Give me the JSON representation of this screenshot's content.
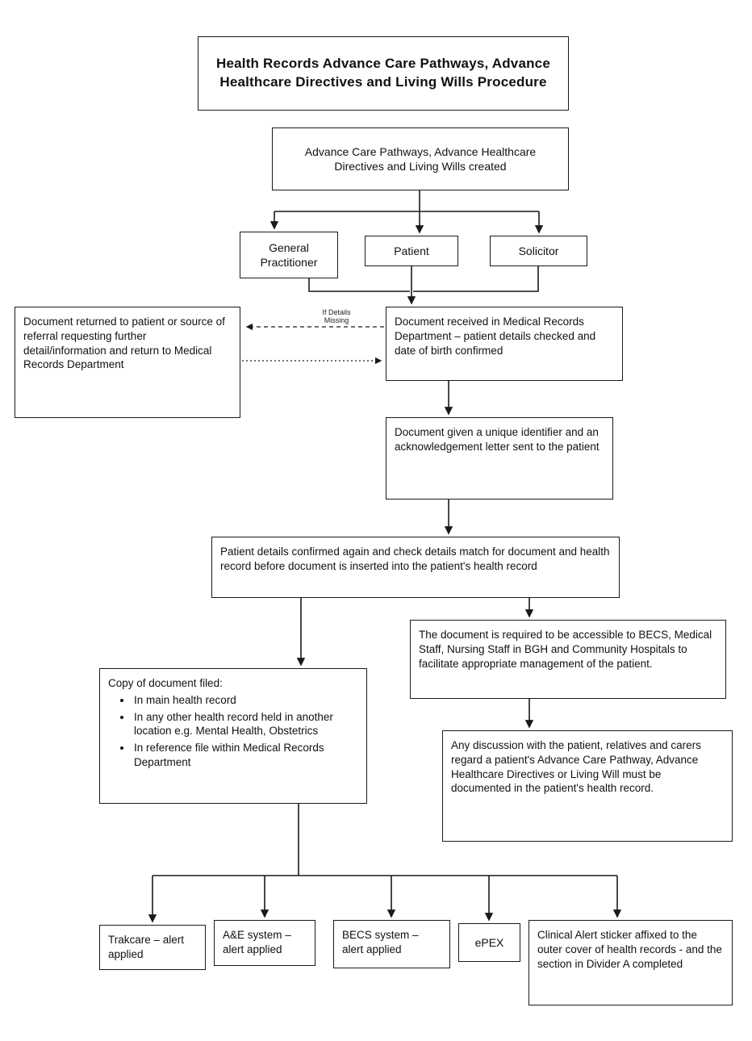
{
  "page": {
    "title": "Health Records Advance Care Pathways, Advance Healthcare Directives and Living Wills Procedure"
  },
  "nodes": {
    "created": "Advance Care Pathways, Advance Healthcare Directives and Living Wills created",
    "general_practitioner": "General Practitioner",
    "patient": "Patient",
    "solicitor": "Solicitor",
    "received": "Document received in Medical Records Department – patient details checked and date of birth confirmed",
    "returned": "Document returned to patient or source of referral requesting further detail/information and return to Medical Records Department",
    "identifier": "Document given a unique identifier and an acknowledgement letter sent to the patient",
    "confirmed": "Patient details confirmed again and check details match for document and health record before document is inserted into the patient's health record",
    "accessible": "The document is required to be accessible to BECS, Medical Staff, Nursing Staff in BGH and Community Hospitals to facilitate appropriate management of the patient.",
    "discussion": "Any discussion with the patient, relatives and carers regard a patient's Advance Care Pathway, Advance Healthcare Directives or Living Will must be documented in the patient's health record.",
    "copy_filed_title": "Copy of document filed:",
    "copy_filed_bullets": [
      "In main health record",
      "In any other health record held in another location e.g. Mental Health, Obstetrics",
      "In reference file within Medical Records Department"
    ],
    "trakcare": "Trakcare – alert applied",
    "ae_system": "A&E system – alert applied",
    "becs_system": "BECS system – alert applied",
    "epex": "ePEX",
    "clinical_alert": "Clinical Alert sticker affixed to the outer cover of health records - and the section in Divider A completed"
  },
  "labels": {
    "if_details_missing": "If Details\nMissing"
  },
  "colors": {
    "background": "#ffffff",
    "box_border": "#1a1a1a",
    "line": "#1a1a1a",
    "text": "#111111"
  }
}
